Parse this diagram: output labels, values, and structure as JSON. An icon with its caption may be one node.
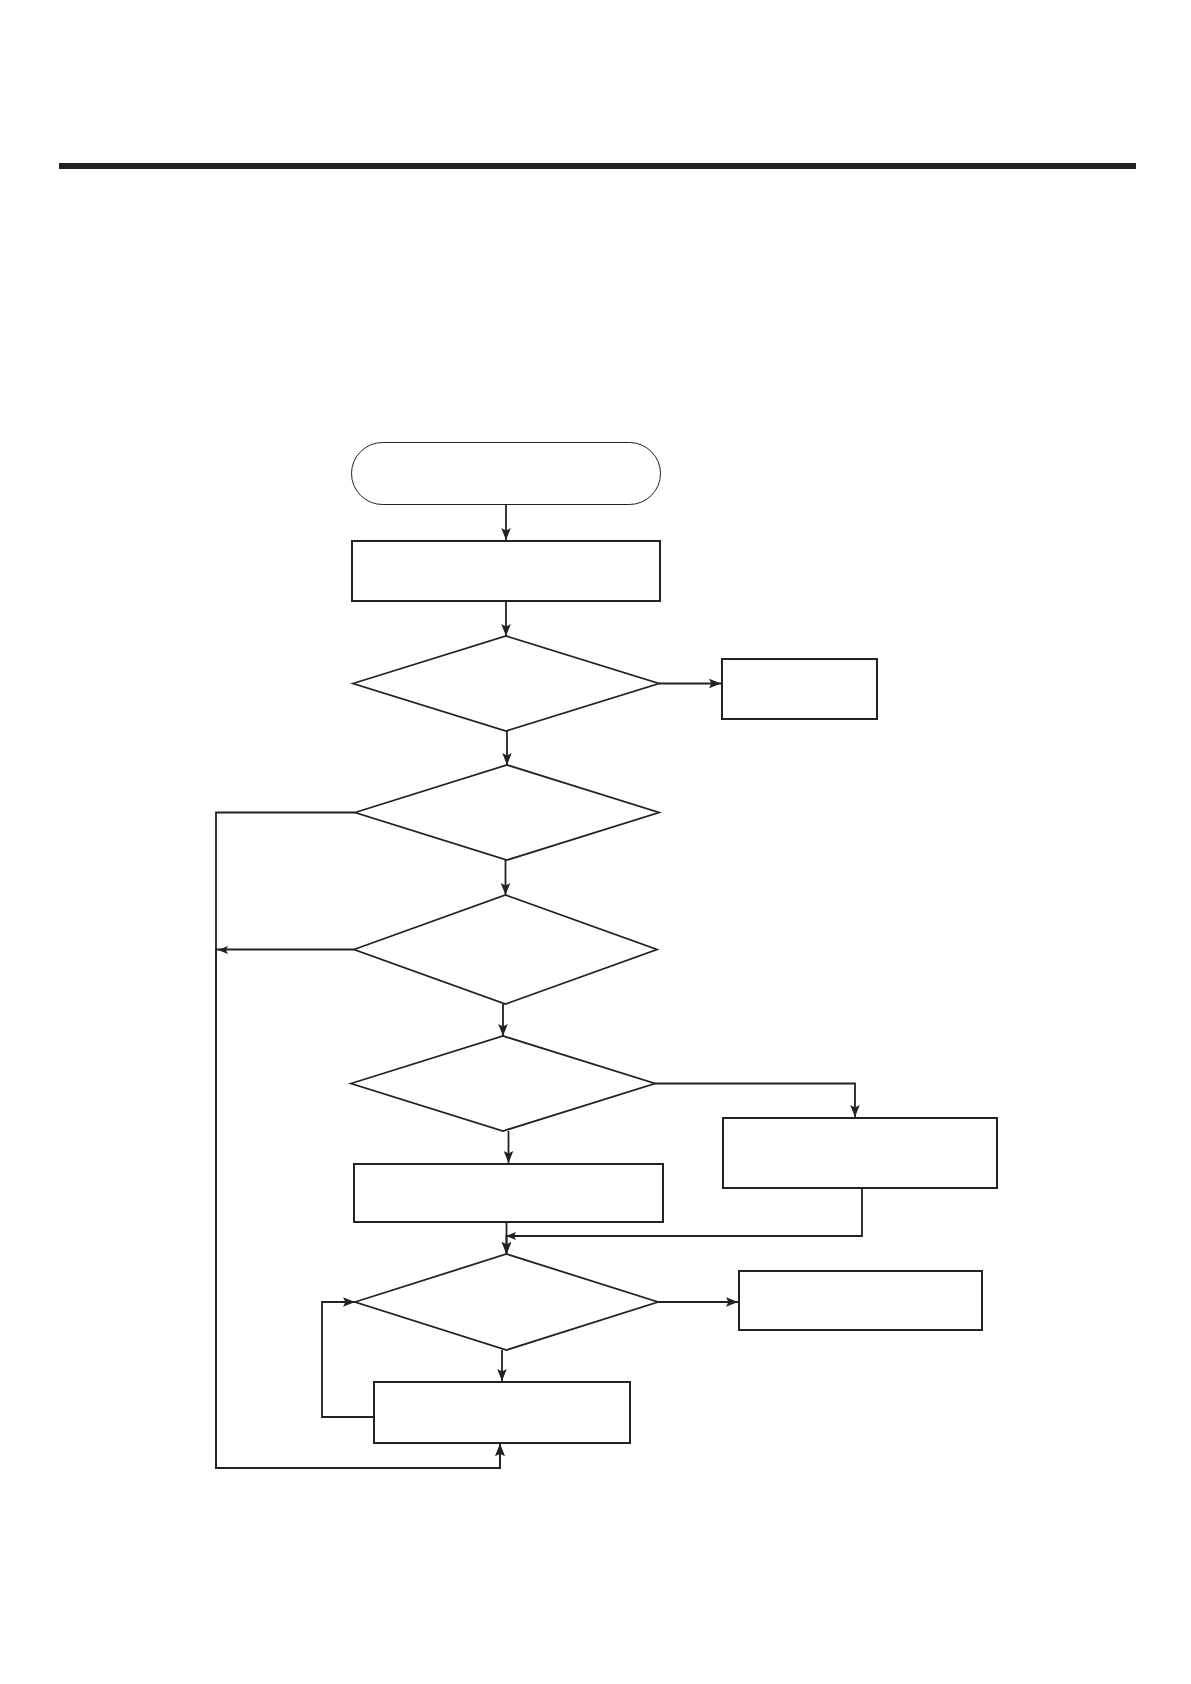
{
  "diagram": {
    "nodes": [
      {
        "text": [],
        "shape": "terminal"
      },
      {
        "text": [],
        "shape": "box"
      },
      {
        "text": [],
        "shape": "diamond"
      },
      {
        "text": [],
        "shape": "box"
      },
      {
        "text": [],
        "shape": "diamond"
      },
      {
        "text": [],
        "shape": "diamond"
      },
      {
        "text": [],
        "shape": "diamond"
      },
      {
        "text": [],
        "shape": "box"
      },
      {
        "text": [],
        "shape": "box"
      },
      {
        "text": [],
        "shape": "diamond"
      },
      {
        "text": [],
        "shape": "box"
      },
      {
        "text": [],
        "shape": "box"
      }
    ],
    "edges": [
      {
        "from": 0,
        "to": 1,
        "arrow": "to"
      },
      {
        "from": 1,
        "to": 2,
        "arrow": "to"
      },
      {
        "from": 2,
        "to": 3,
        "arrow": "to"
      },
      {
        "from": 2,
        "to": 4,
        "arrow": "to"
      },
      {
        "from": 4,
        "to": 11,
        "arrow": "to"
      },
      {
        "from": 4,
        "to": 5,
        "arrow": "to"
      },
      {
        "from": 5,
        "to": 11,
        "arrow": "to"
      },
      {
        "from": 5,
        "to": 6,
        "arrow": "to"
      },
      {
        "from": 6,
        "to": 7,
        "arrow": "to"
      },
      {
        "from": 6,
        "to": 8,
        "arrow": "to"
      },
      {
        "from": 7,
        "to": 9,
        "arrow": "to"
      },
      {
        "from": 8,
        "to": 9,
        "arrow": "to"
      },
      {
        "from": 9,
        "to": 10,
        "arrow": "to"
      },
      {
        "from": 9,
        "to": 11,
        "arrow": "to"
      },
      {
        "from": 11,
        "to": 9,
        "arrow": "to"
      }
    ]
  }
}
